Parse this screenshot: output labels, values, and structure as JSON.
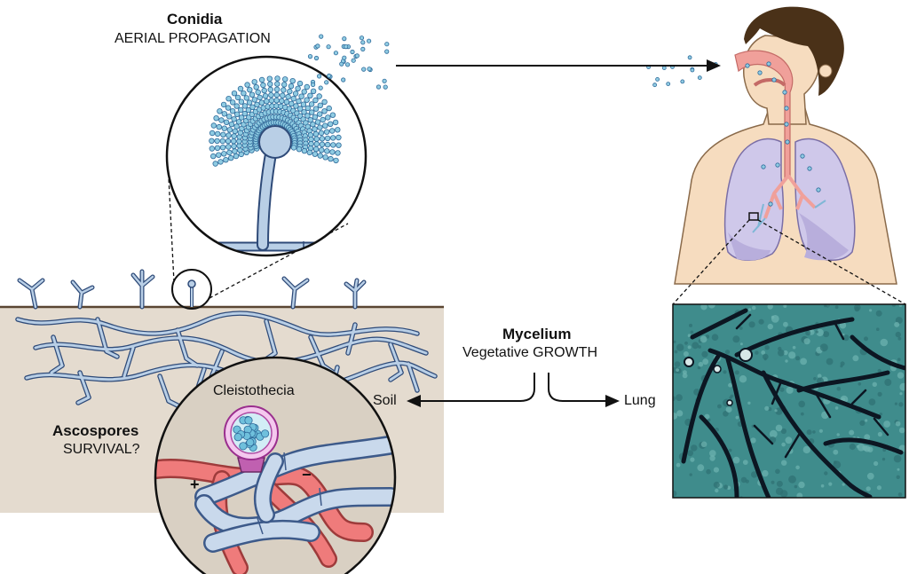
{
  "labels": {
    "conidia_title": "Conidia",
    "conidia_sub": "AERIAL PROPAGATION",
    "mycelium_title": "Mycelium",
    "mycelium_sub": "Vegetative GROWTH",
    "soil": "Soil",
    "lung": "Lung",
    "ascospores_title": "Ascospores",
    "ascospores_sub": "SURVIVAL?",
    "cleistothecia": "Cleistothecia",
    "plus_sign": "+",
    "minus_sign": "−"
  },
  "colors": {
    "soil": "#e4dbcf",
    "soil_line": "#5a4632",
    "hyphae": "#b9cfe6",
    "hyphae_edge": "#3d5a8a",
    "spore": "#7fc4da",
    "skin": "#f6dcbf",
    "hair": "#4a3118",
    "lung": "#cfc8ea",
    "airway": "#f0a09a",
    "mating_red": "#ef7b7b",
    "cleisto_ring": "#c24ea8",
    "micrograph": "#3f8c8c"
  }
}
